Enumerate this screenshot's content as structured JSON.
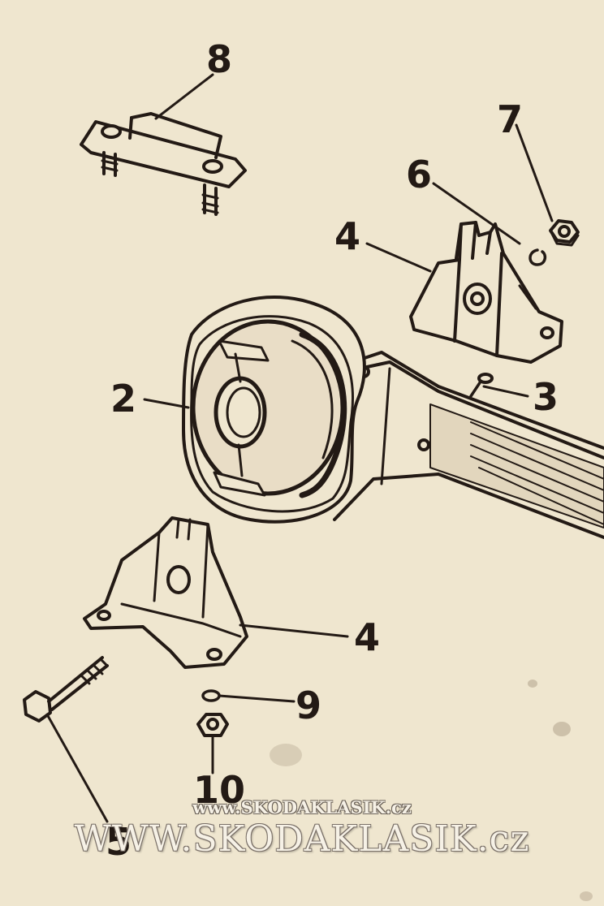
{
  "callouts": {
    "part_2": "2",
    "part_3": "3",
    "part_4_upper": "4",
    "part_4_lower": "4",
    "part_5": "5",
    "part_6": "6",
    "part_7": "7",
    "part_8": "8",
    "part_9": "9",
    "part_10": "10"
  },
  "watermark": {
    "small": "www.SKODAKLASIK.cz",
    "large": "WWW.SKODAKLASIK.cz"
  },
  "colors": {
    "paper": "#efe6cf",
    "ink": "#231a15",
    "rubber": "#e8d9c2",
    "shade": "#3a2e28"
  }
}
